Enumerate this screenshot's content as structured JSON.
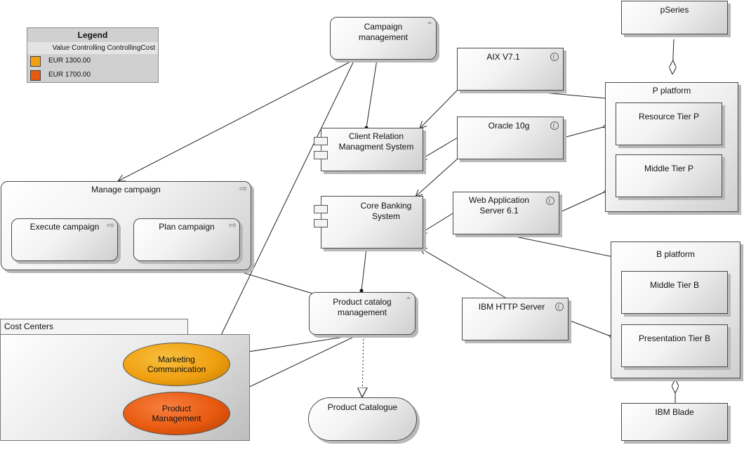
{
  "legend": {
    "title": "Legend",
    "subtitle": "Value Controlling ControllingCost",
    "entries": [
      {
        "label": "EUR 1300.00",
        "color": "#f0a010"
      },
      {
        "label": "EUR 1700.00",
        "color": "#e85a10"
      }
    ]
  },
  "processes": {
    "campaign_management": "Campaign\nmanagement",
    "product_catalog_management": "Product catalog\nmanagement"
  },
  "components": {
    "crm": "Client Relation\nManagment System",
    "core_banking": "Core Banking\nSystem"
  },
  "manage_campaign": {
    "title": "Manage campaign",
    "execute": "Execute campaign",
    "plan": "Plan campaign"
  },
  "system_software": {
    "aix": "AIX V7.1",
    "oracle": "Oracle 10g",
    "was": "Web Application\nServer 6.1",
    "ihs": "IBM HTTP Server"
  },
  "nodes": {
    "pseries": "pSeries",
    "p_platform": "P platform",
    "resource_tier_p": "Resource Tier P",
    "middle_tier_p": "Middle Tier P",
    "b_platform": "B platform",
    "middle_tier_b": "Middle Tier B",
    "presentation_tier_b": "Presentation Tier B",
    "ibm_blade": "IBM Blade"
  },
  "cost_centers": {
    "title": "Cost Centers",
    "marketing": "Marketing\nCommunication",
    "product_mgmt": "Product\nManagement",
    "marketing_color": "#f0a010",
    "product_color": "#e85a10"
  },
  "data_object": {
    "product_catalogue": "Product Catalogue"
  }
}
